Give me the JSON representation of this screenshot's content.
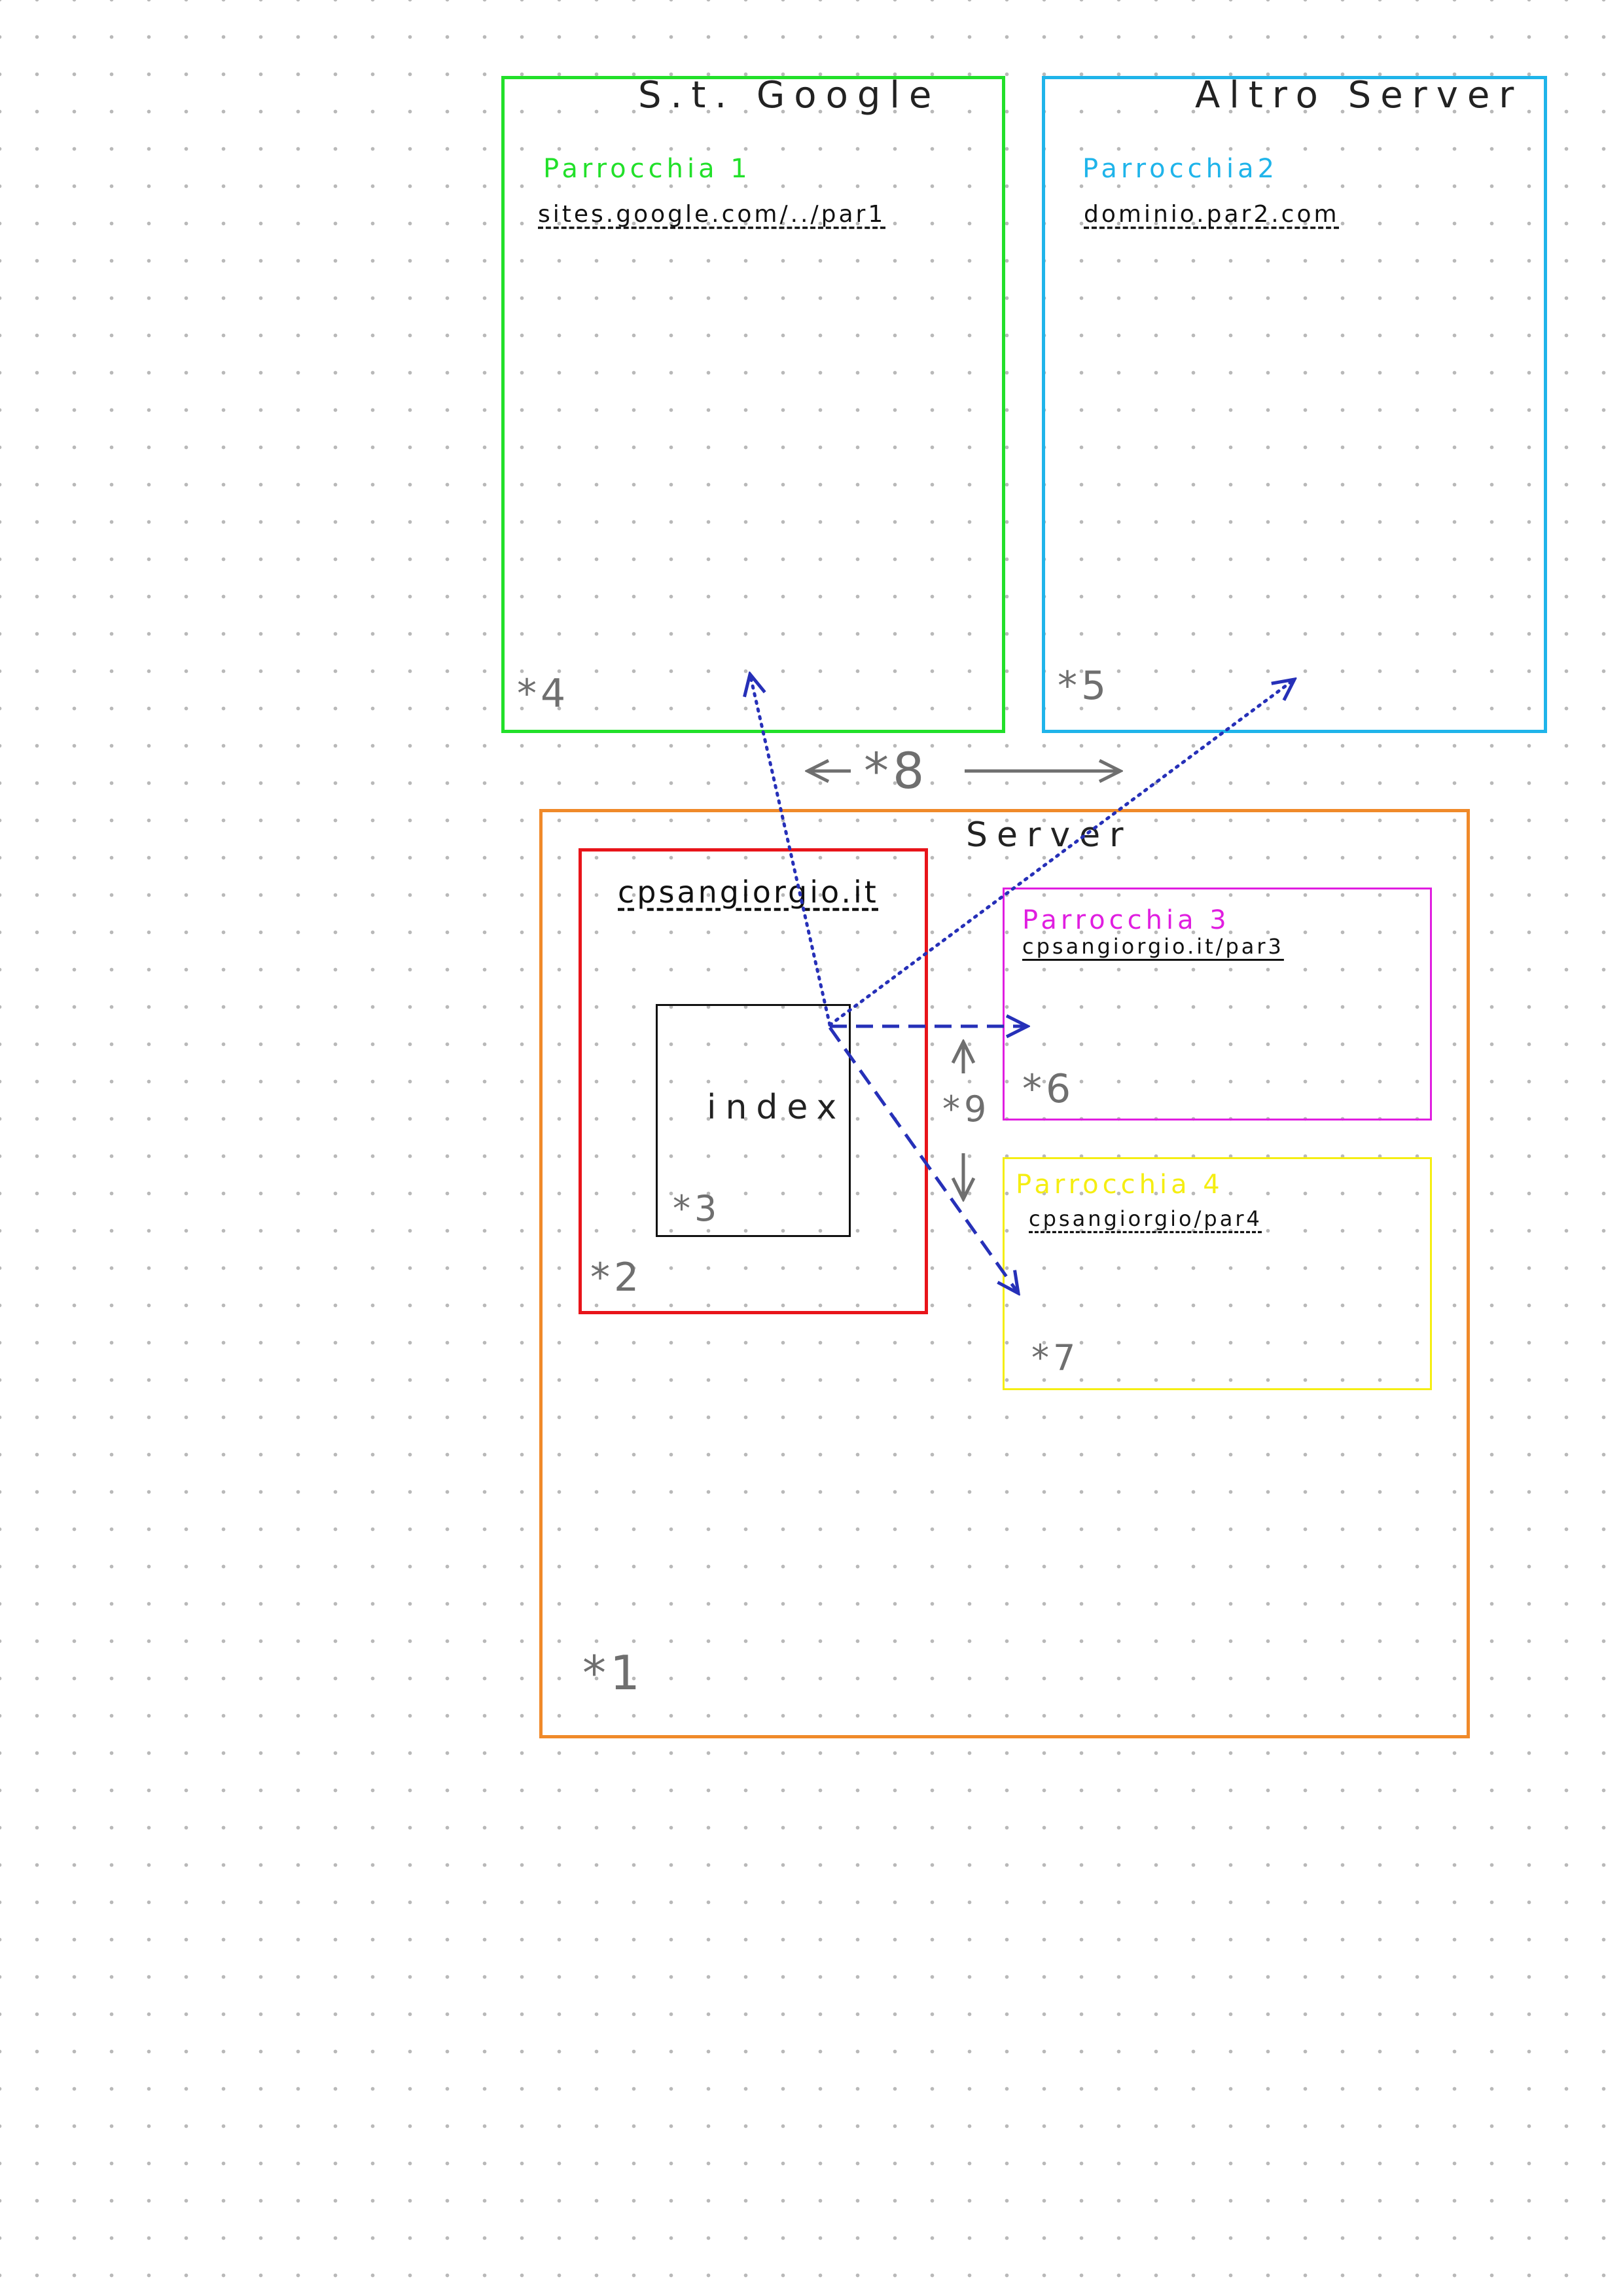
{
  "colors": {
    "google": "#22e02a",
    "altro": "#1fb4ea",
    "server": "#f08a2a",
    "domain": "#e8141a",
    "index": "#111111",
    "par3": "#e01ee0",
    "par4": "#f5ee12",
    "arrow_blue": "#2630b8",
    "marker_gray": "#6f6f6f"
  },
  "google_box": {
    "title": "S.t. Google",
    "parish": "Parrocchia 1",
    "url": "sites.google.com/../par1",
    "marker": "*4"
  },
  "altro_box": {
    "title": "Altro Server",
    "parish": "Parrocchia2",
    "url": "dominio.par2.com",
    "marker": "*5"
  },
  "middle_marker": "*8",
  "server_box": {
    "title": "Server",
    "marker": "*1"
  },
  "domain_box": {
    "url": "cpsangiorgio.it",
    "marker": "*2"
  },
  "index_box": {
    "label": "index",
    "marker": "*3"
  },
  "par3_box": {
    "parish": "Parrocchia 3",
    "url": "cpsangiorgio.it/par3",
    "marker": "*6"
  },
  "par4_box": {
    "parish": "Parrocchia 4",
    "url": "cpsangiorgio/par4",
    "marker": "*7"
  },
  "vertical_marker": "*9"
}
